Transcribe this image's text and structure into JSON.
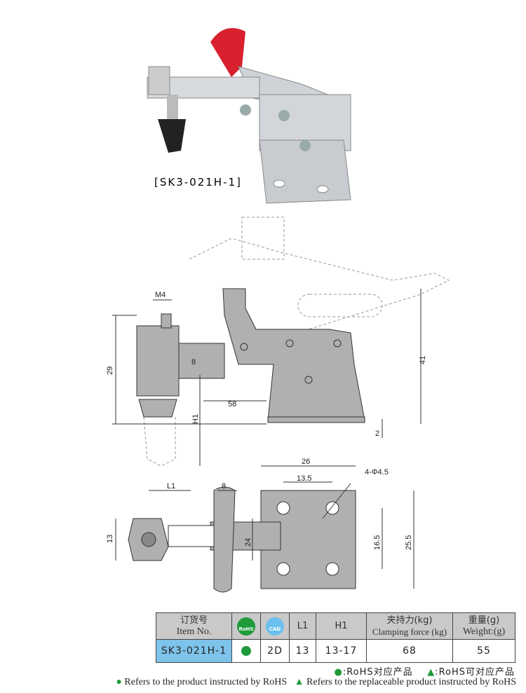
{
  "product": {
    "label": "[SK3-021H-1]"
  },
  "dimensions": {
    "side": [
      "M4",
      "29",
      "8",
      "58",
      "H1",
      "41",
      "2"
    ],
    "top": [
      "L1",
      "8",
      "13",
      "24",
      "26",
      "13.5",
      "4-Φ4.5",
      "16.5",
      "25.5"
    ]
  },
  "table": {
    "headers": [
      {
        "cn": "订货号",
        "en": "Item No."
      },
      {
        "icon": "rohs-badge",
        "text": "RoHS"
      },
      {
        "icon": "cad-badge",
        "text": "CAD"
      },
      {
        "cn": "L1"
      },
      {
        "cn": "H1"
      },
      {
        "cn": "夹持力(kg)",
        "en": "Clamping force (kg)"
      },
      {
        "cn": "重量(g)",
        "en": "Weight:(g)"
      }
    ],
    "row": {
      "item": "SK3-021H-1",
      "rohs": "green-dot",
      "cad": "2D",
      "l1": "13",
      "h1": "13-17",
      "force": "68",
      "weight": "55"
    }
  },
  "legend": {
    "cn_dot": ":RoHS对应产品",
    "cn_tri": ":RoHS可对应产品",
    "en_dot": "Refers to the product instructed by RoHS",
    "en_tri": "Refers to the replaceable product instructed by RoHS"
  },
  "colors": {
    "rohs_green": "#1f9a3a",
    "cad_blue": "#6cc0ee",
    "item_cell": "#7ec3ea",
    "header": "#c9c9c9",
    "part_gray": "#b0b0b0",
    "handle_red": "#d8202e"
  }
}
